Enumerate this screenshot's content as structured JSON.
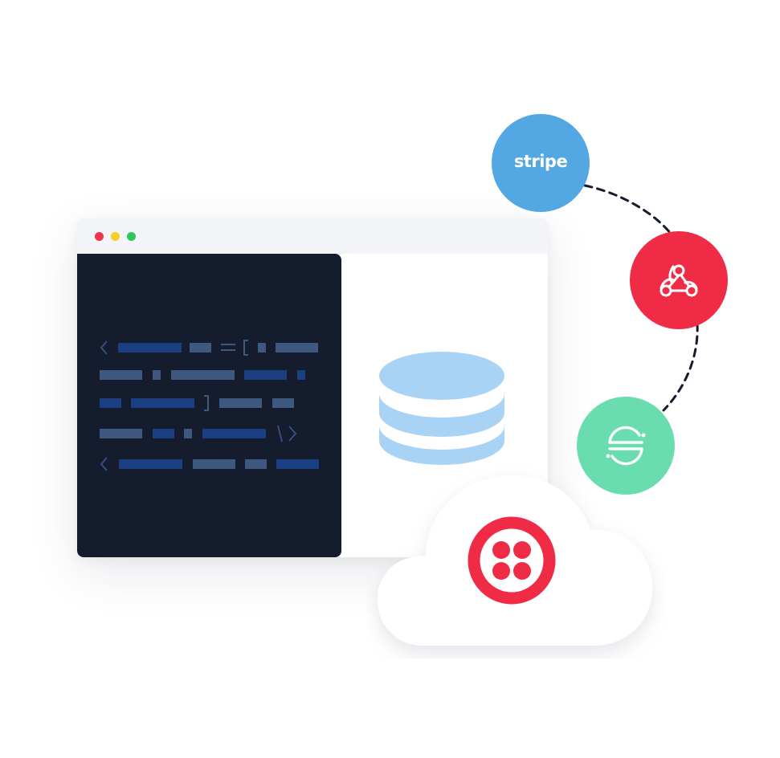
{
  "window": {
    "controls": [
      "close",
      "minimize",
      "maximize"
    ],
    "colors": {
      "close": "#f0344b",
      "minimize": "#f7cf2a",
      "maximize": "#2bc95c",
      "code_bg": "#141c2e"
    },
    "code_icon_glyphs": {
      "open_bracket": "<",
      "equals": "=",
      "square_open": "[",
      "square_close": "]",
      "self_close": "/>"
    }
  },
  "icons": {
    "database": "database-icon",
    "stripe": "stripe-logo",
    "webhook": "webhook-icon",
    "segment": "segment-icon",
    "twilio": "twilio-logo"
  },
  "integrations": {
    "stripe": {
      "label": "stripe",
      "color": "#53a7e2"
    },
    "webhook": {
      "color": "#f02b46"
    },
    "segment": {
      "color": "#69dcb0"
    },
    "twilio": {
      "color": "#f02b46"
    }
  }
}
